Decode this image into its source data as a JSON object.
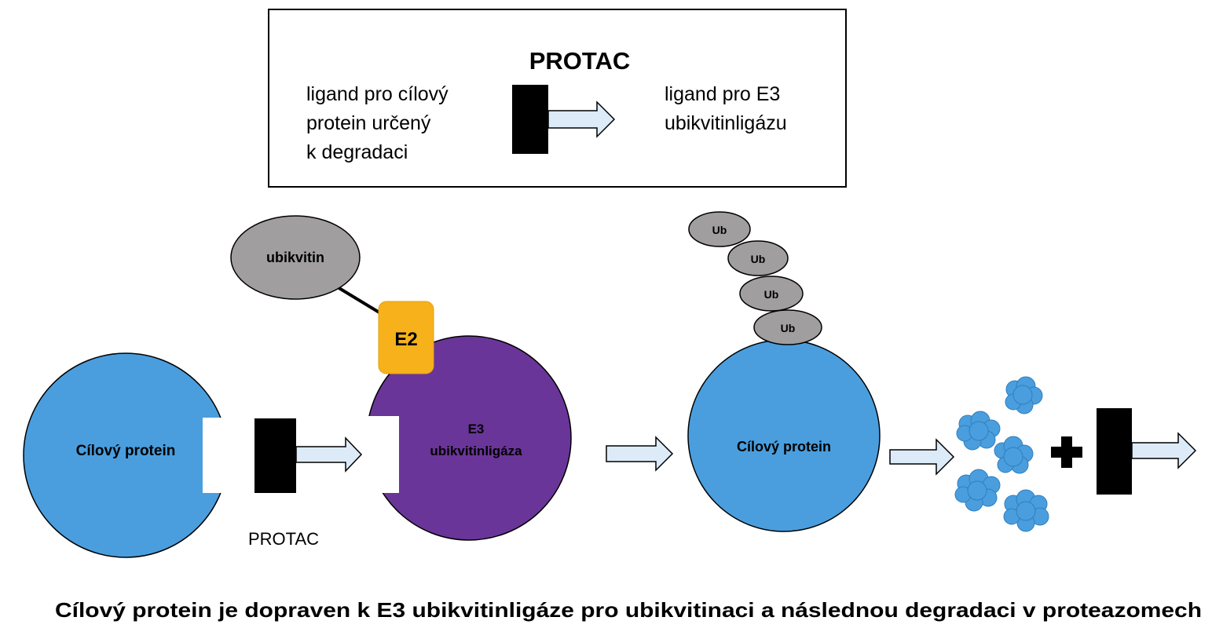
{
  "legend": {
    "title": "PROTAC",
    "left_line1": "ligand pro cílový",
    "left_line2": "protein určený",
    "left_line3": "k degradaci",
    "right_line1": "ligand pro E3",
    "right_line2": "ubikvitinligázu"
  },
  "labels": {
    "target_protein": "Cílový protein",
    "protac": "PROTAC",
    "ubiquitin": "ubikvitin",
    "e2": "E2",
    "e3_line1": "E3",
    "e3_line2": "ubikvitinligáza",
    "target_protein_2": "Cílový protein",
    "ub": "Ub",
    "plus": "+"
  },
  "caption": "Cílový protein je dopraven k E3 ubikvitinligáze pro ubikvitinaci a následnou degradaci v proteazomech",
  "colors": {
    "target_blue": "#4A9EDE",
    "e3_purple": "#6A3599",
    "e2_orange": "#F7B21B",
    "ubiquitin_gray": "#A09E9E",
    "arrow_fill": "#DCEBF7",
    "ligand_black": "#000000"
  }
}
